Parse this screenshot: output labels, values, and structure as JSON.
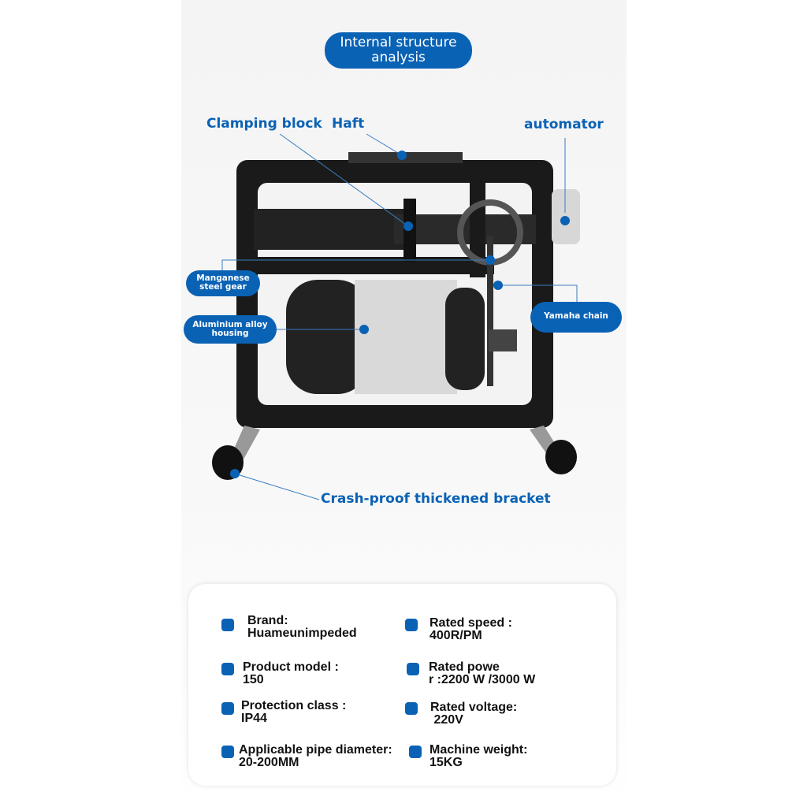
{
  "title": "Internal structure analysis",
  "labels": {
    "clamping_block": "Clamping block",
    "haft": "Haft",
    "automator": "automator",
    "manganese_gear": "Manganese steel gear",
    "aluminium_housing": "Aluminium alloy housing",
    "yamaha_chain": "Yamaha chain",
    "bracket": "Crash-proof thickened bracket"
  },
  "specs": [
    {
      "label": "Brand:",
      "value": "Huameunimpeded"
    },
    {
      "label": "Rated speed :",
      "value": "400R/PM"
    },
    {
      "label": "Product model :",
      "value": "150"
    },
    {
      "label": "Rated powe",
      "value": "r :2200 W /3000 W"
    },
    {
      "label": "Protection class :",
      "value": "IP44"
    },
    {
      "label": "Rated voltage:",
      "value": " 220V"
    },
    {
      "label": "Applicable pipe diameter:",
      "value": "20-200MM"
    },
    {
      "label": "Machine weight:",
      "value": "15KG"
    }
  ],
  "colors": {
    "accent": "#0a62b5"
  }
}
